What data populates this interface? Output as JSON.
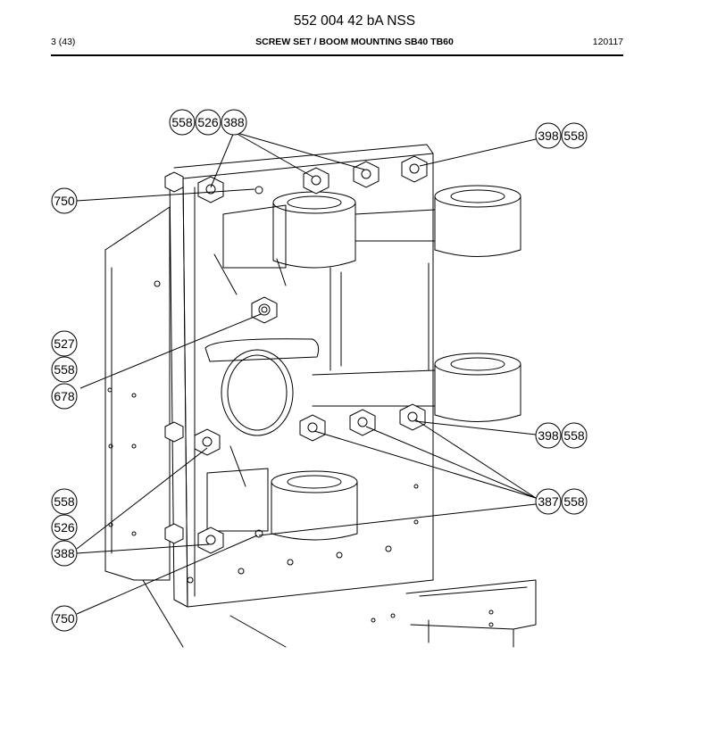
{
  "document": {
    "title": "552 004 42 bA NSS",
    "page": "3 (43)",
    "section": "SCREW SET / BOOM MOUNTING SB40 TB60",
    "code": "120117"
  },
  "callouts": {
    "top_group": [
      "558",
      "526",
      "388"
    ],
    "top_right": [
      "398",
      "558"
    ],
    "left_750_top": "750",
    "left_mid": [
      "527",
      "558",
      "678"
    ],
    "mid_right": [
      "398",
      "558"
    ],
    "low_right": [
      "387",
      "558"
    ],
    "left_low": [
      "558",
      "526",
      "388"
    ],
    "left_750_bottom": "750"
  }
}
